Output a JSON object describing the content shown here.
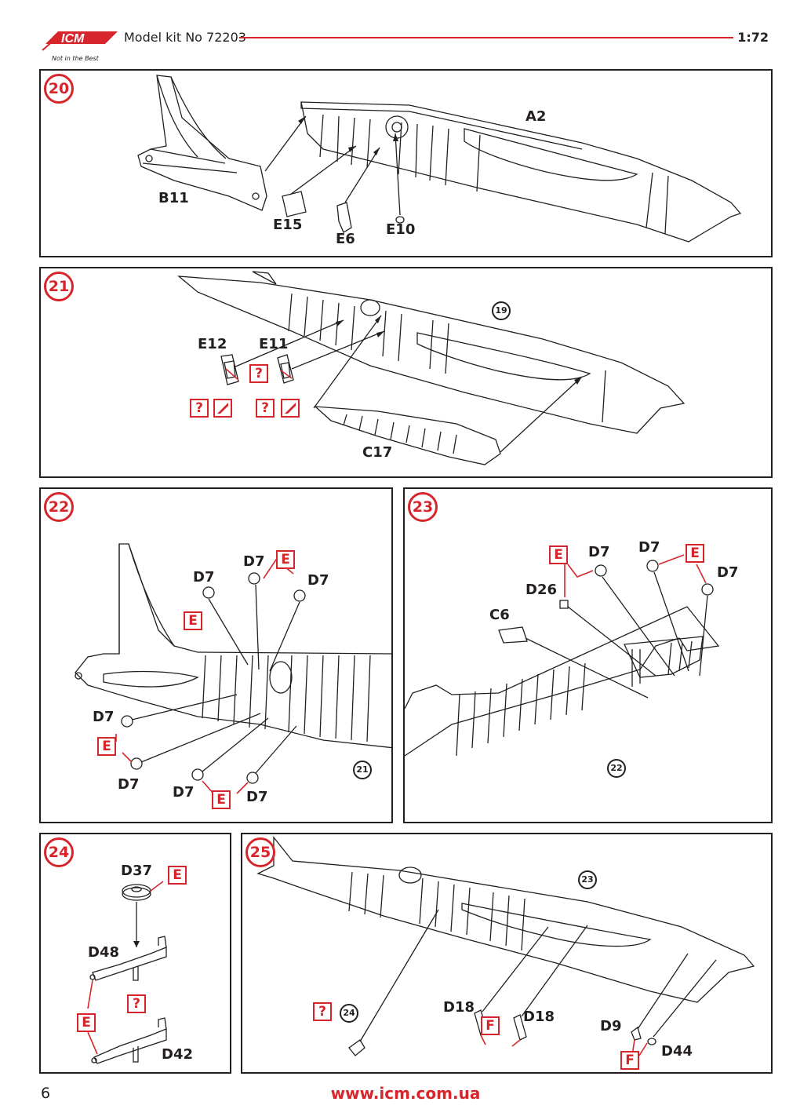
{
  "header": {
    "title": "Model kit No 72203",
    "scale": "1:72",
    "logo_text": "ICM",
    "logo_tagline": "Not in the Best"
  },
  "footer": {
    "url": "www.icm.com.ua",
    "page_number": "6"
  },
  "colors": {
    "accent": "#d7262b",
    "ink": "#231f20"
  },
  "steps": {
    "s20": {
      "number": "20",
      "parts": {
        "a2": "A2",
        "b11": "B11",
        "e15": "E15",
        "e6": "E6",
        "e10": "E10"
      }
    },
    "s21": {
      "number": "21",
      "ref": "19",
      "parts": {
        "e12": "E12",
        "e11": "E11",
        "c17": "C17"
      },
      "marks": {
        "q": "?"
      }
    },
    "s22": {
      "number": "22",
      "ref": "21",
      "parts": {
        "d7": "D7"
      },
      "marks": {
        "e": "E"
      }
    },
    "s23": {
      "number": "23",
      "ref": "22",
      "parts": {
        "d7": "D7",
        "d26": "D26",
        "c6": "C6"
      },
      "marks": {
        "e": "E"
      }
    },
    "s24": {
      "number": "24",
      "parts": {
        "d37": "D37",
        "d48": "D48",
        "d42": "D42"
      },
      "marks": {
        "e": "E",
        "q": "?"
      }
    },
    "s25": {
      "number": "25",
      "ref_a": "23",
      "ref_b": "24",
      "parts": {
        "d18": "D18",
        "d9": "D9",
        "d44": "D44"
      },
      "marks": {
        "f": "F",
        "q": "?"
      }
    }
  }
}
